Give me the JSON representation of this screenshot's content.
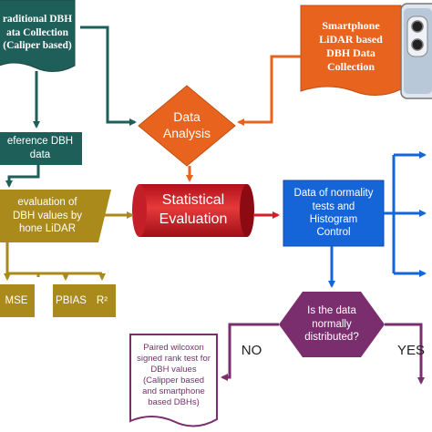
{
  "nodes": {
    "traditional": {
      "text": "raditional DBH\nata Collection\n(Caliper based)",
      "color": "#1f5f5a"
    },
    "smartphone": {
      "text": "Smartphone\nLiDAR based\nDBH Data\nCollection",
      "color": "#e8641e"
    },
    "data_analysis": {
      "text": "Data\nAnalysis",
      "color": "#e8641e"
    },
    "reference": {
      "text": "eference DBH\ndata",
      "color": "#1f5f5a"
    },
    "evaluation": {
      "text": "evaluation of\nDBH values by\nhone LiDAR",
      "color": "#a98a1a"
    },
    "statistical": {
      "text": "Statistical\nEvaluation",
      "color": "#d0202a"
    },
    "normality": {
      "text": "Data of normality\ntests and\nHistogram\nControl",
      "color": "#1565d8"
    },
    "decision": {
      "text": "Is the data\nnormally\ndistributed?",
      "color": "#7a2e6e"
    },
    "wilcoxon": {
      "text": "Paired wilcoxon\nsigned rank test for\nDBH values\n(Calipper based\nand smartphone\nbased DBHs)",
      "color": "#7a2e6e"
    },
    "rmse": {
      "text": "MSE",
      "color": "#a98a1a"
    },
    "pbias": {
      "text": "PBIAS",
      "color": "#a98a1a"
    },
    "r2": {
      "text": "R²",
      "color": "#a98a1a"
    }
  },
  "edge_labels": {
    "no": "NO",
    "yes": "YES"
  },
  "colors": {
    "arrow_teal": "#1f5f5a",
    "arrow_orange": "#e8641e",
    "arrow_red": "#d0202a",
    "arrow_blue": "#1565d8",
    "arrow_gold": "#a98a1a",
    "arrow_purple": "#7a2e6e"
  },
  "icons": {
    "phone": "smartphone-icon"
  }
}
